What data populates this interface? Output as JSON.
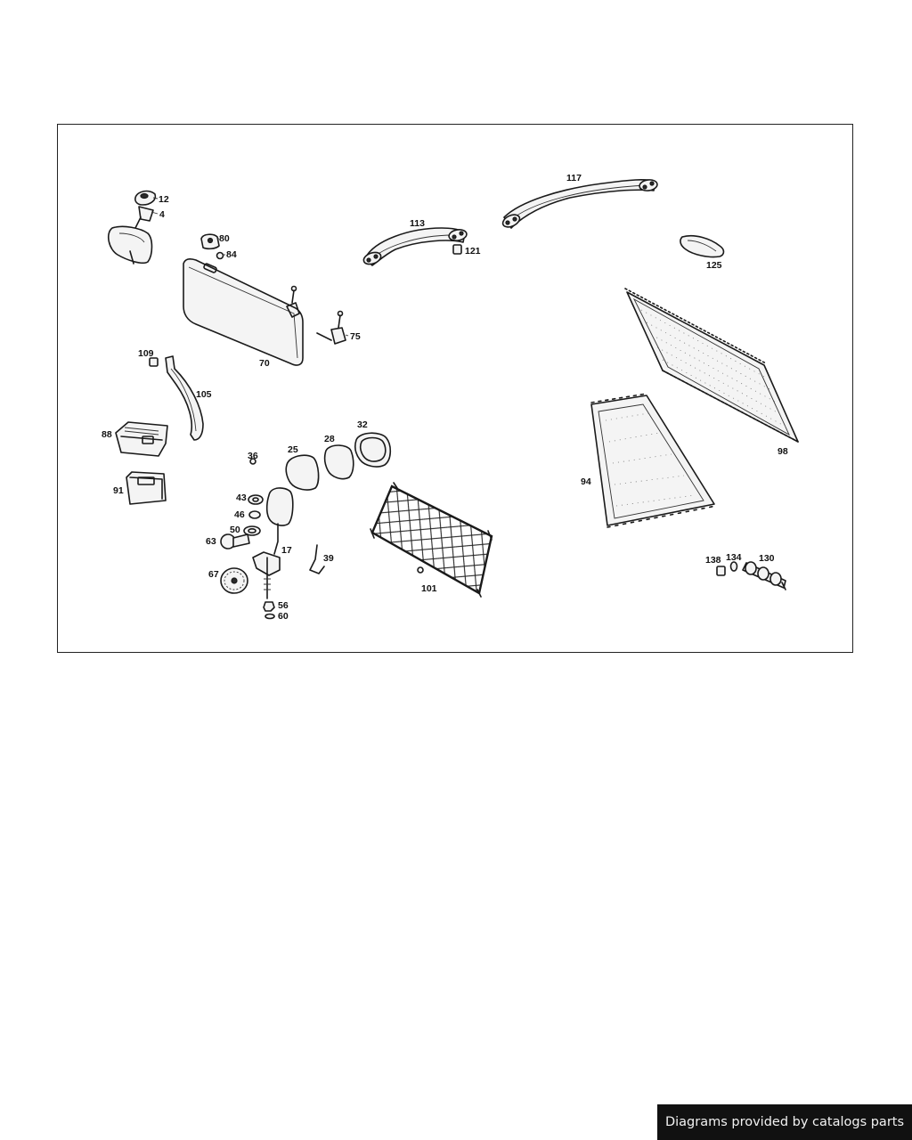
{
  "diagram": {
    "callouts": [
      {
        "id": "12",
        "text": "12"
      },
      {
        "id": "4",
        "text": "4"
      },
      {
        "id": "80",
        "text": "80"
      },
      {
        "id": "84",
        "text": "84"
      },
      {
        "id": "113",
        "text": "113"
      },
      {
        "id": "121",
        "text": "121"
      },
      {
        "id": "117",
        "text": "117"
      },
      {
        "id": "125",
        "text": "125"
      },
      {
        "id": "75",
        "text": "75"
      },
      {
        "id": "70",
        "text": "70"
      },
      {
        "id": "109",
        "text": "109"
      },
      {
        "id": "105",
        "text": "105"
      },
      {
        "id": "88",
        "text": "88"
      },
      {
        "id": "91",
        "text": "91"
      },
      {
        "id": "36",
        "text": "36"
      },
      {
        "id": "25",
        "text": "25"
      },
      {
        "id": "28",
        "text": "28"
      },
      {
        "id": "32",
        "text": "32"
      },
      {
        "id": "43",
        "text": "43"
      },
      {
        "id": "46",
        "text": "46"
      },
      {
        "id": "50",
        "text": "50"
      },
      {
        "id": "63",
        "text": "63"
      },
      {
        "id": "17",
        "text": "17"
      },
      {
        "id": "39",
        "text": "39"
      },
      {
        "id": "67",
        "text": "67"
      },
      {
        "id": "56",
        "text": "56"
      },
      {
        "id": "60",
        "text": "60"
      },
      {
        "id": "101",
        "text": "101"
      },
      {
        "id": "94",
        "text": "94"
      },
      {
        "id": "98",
        "text": "98"
      },
      {
        "id": "138",
        "text": "138"
      },
      {
        "id": "134",
        "text": "134"
      },
      {
        "id": "130",
        "text": "130"
      }
    ]
  },
  "footer": {
    "credit": "Diagrams provided by catalogs parts"
  }
}
